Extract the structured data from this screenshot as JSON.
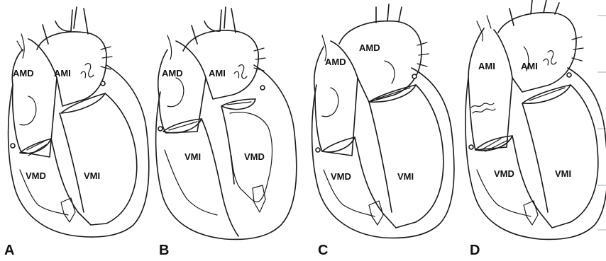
{
  "panels": [
    {
      "letter": "A",
      "labels": {
        "upper_left": "AMD",
        "upper_right": "AMI",
        "lower_left": "VMD",
        "lower_right": "VMI"
      }
    },
    {
      "letter": "B",
      "labels": {
        "upper_left": "AMD",
        "upper_right": "AMI",
        "lower_left": "VMI",
        "lower_right": "VMD"
      }
    },
    {
      "letter": "C",
      "labels": {
        "upper_left": "AMD",
        "upper_right": "AMD",
        "lower_left": "VMD",
        "lower_right": "VMI"
      }
    },
    {
      "letter": "D",
      "labels": {
        "upper_left": "AMI",
        "upper_right": "AMI",
        "lower_left": "VMD",
        "lower_right": "VMI"
      }
    }
  ],
  "colors": {
    "stroke": "#1a1a1a",
    "edge_ticks": "#cfd6dc"
  }
}
